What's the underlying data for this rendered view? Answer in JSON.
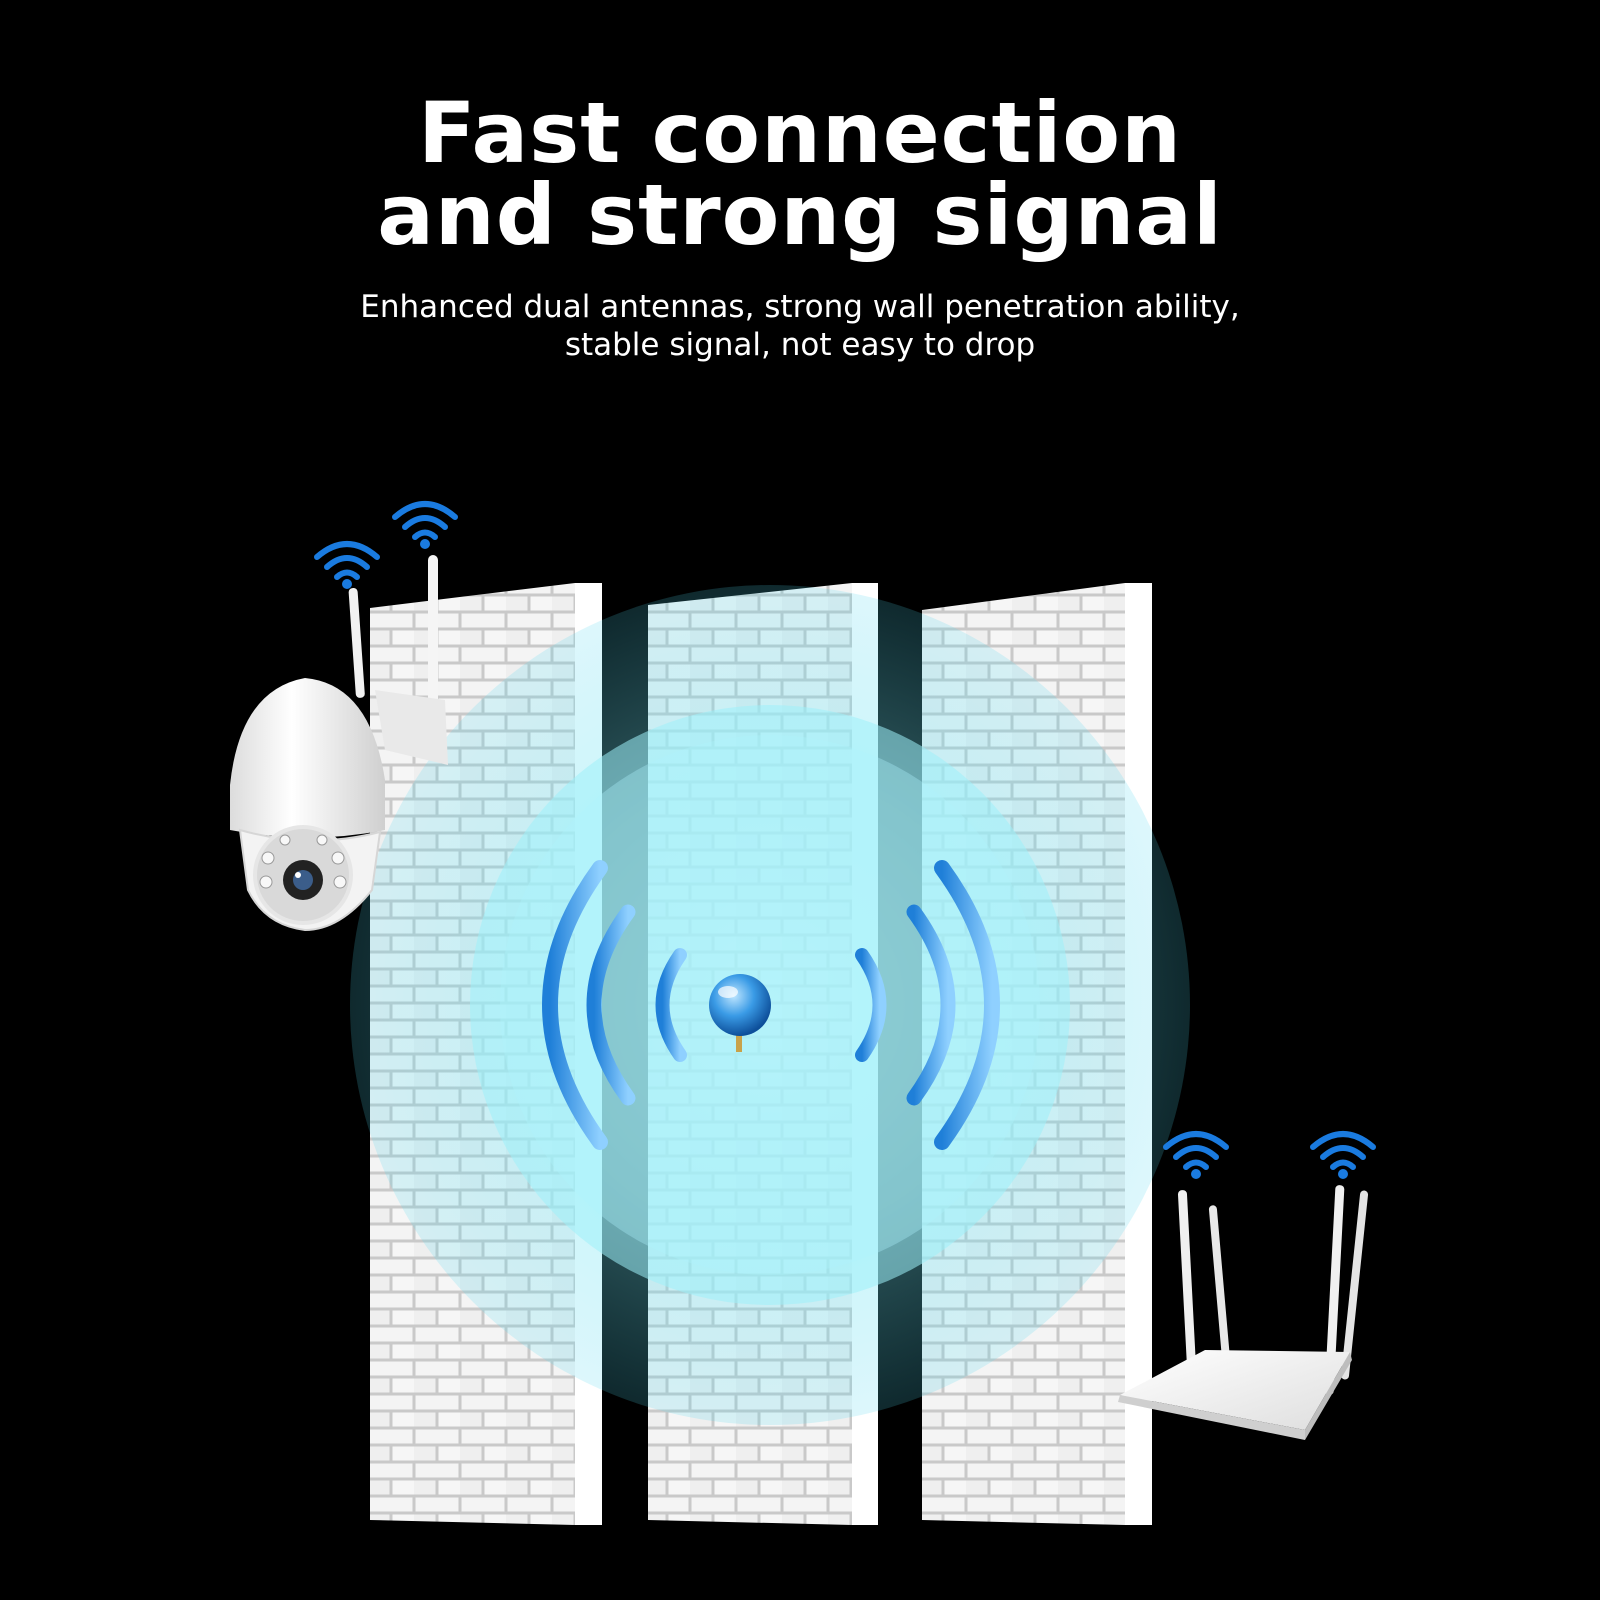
{
  "headline": {
    "line1": "Fast connection",
    "line2": "and strong signal"
  },
  "subheadline": {
    "line1": "Enhanced dual antennas, strong wall penetration ability,",
    "line2": "stable signal, not easy to drop"
  },
  "colors": {
    "background": "#000000",
    "text": "#ffffff",
    "signal_blue": "#1a7be0",
    "glow_cyan": "#7fe8f5",
    "wall_brick": "#f2f2f2",
    "wall_mortar": "#c9c9c9"
  },
  "icons": [
    "wifi-icon",
    "security-camera",
    "router",
    "brick-wall",
    "signal-waves"
  ]
}
